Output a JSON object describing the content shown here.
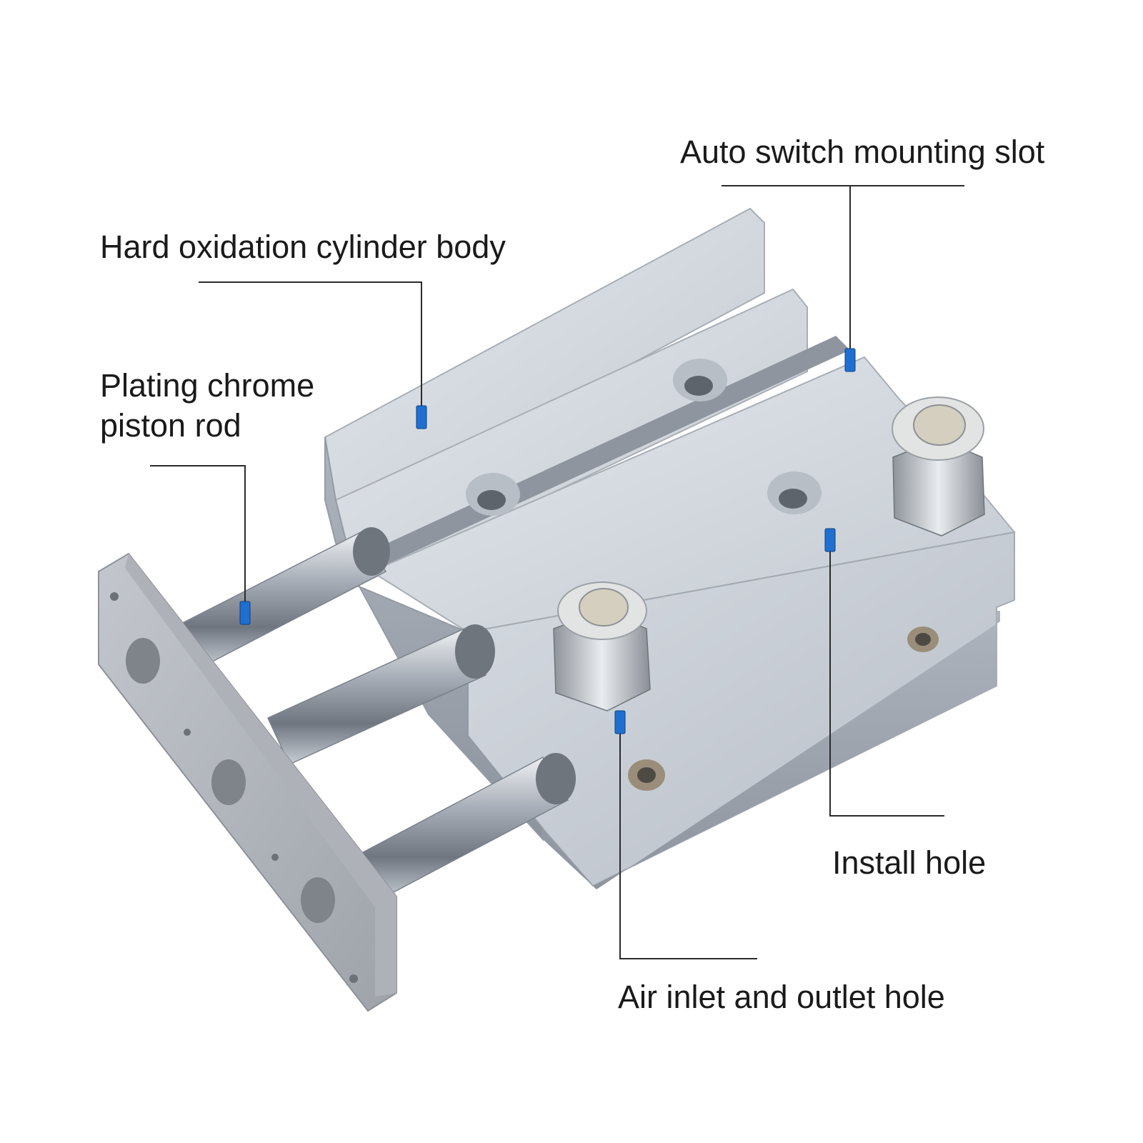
{
  "labels": {
    "body": "Hard oxidation cylinder body",
    "rod_line1": "Plating chrome",
    "rod_line2": "piston rod",
    "slot": "Auto switch mounting slot",
    "install": "Install hole",
    "air": "Air inlet and outlet hole"
  },
  "colors": {
    "aluminum": "#c9ced6",
    "aluminum_dark": "#9aa1ab",
    "chrome": "#b9bec6",
    "marker": "#1f6fd1",
    "leader": "#2b2b2b"
  }
}
